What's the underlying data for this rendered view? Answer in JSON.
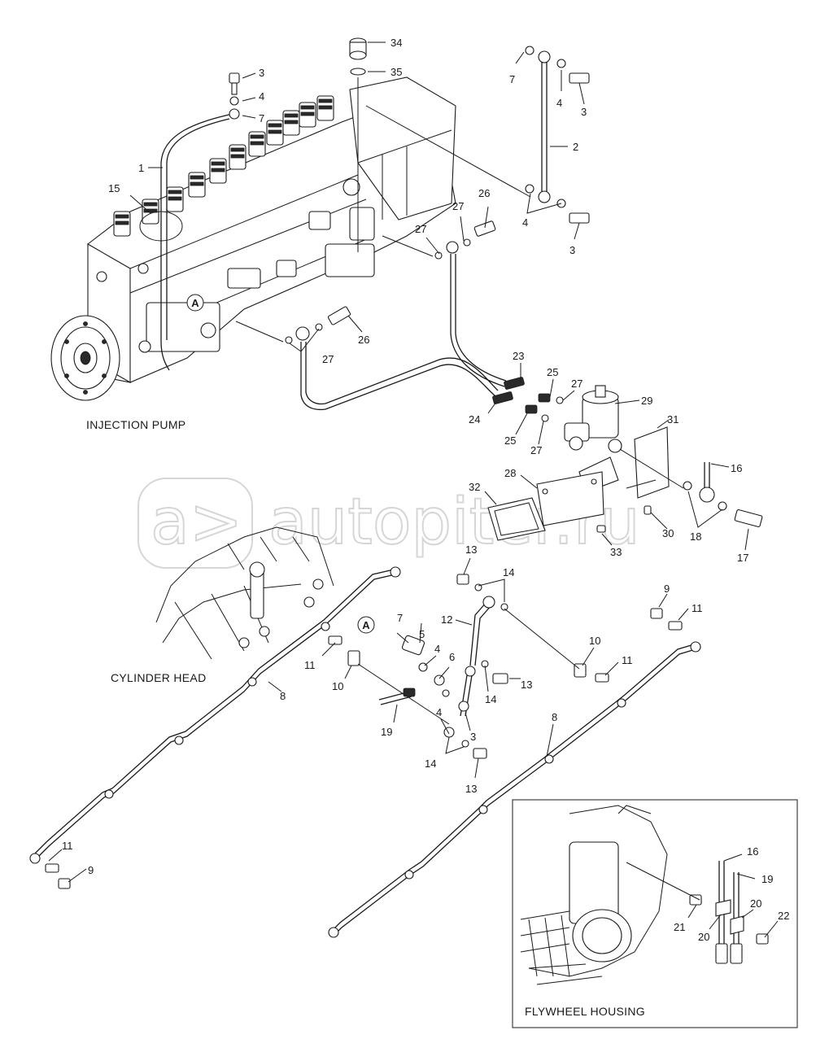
{
  "captions": {
    "injection_pump": "INJECTION PUMP",
    "cylinder_head": "CYLINDER HEAD",
    "flywheel_housing": "FLYWHEEL HOUSING"
  },
  "watermark": "autopiter.ru",
  "callouts": {
    "c34": "34",
    "c35": "35",
    "c3_top": "3",
    "c4_top": "4",
    "c7_top": "7",
    "c1": "1",
    "c15": "15",
    "c7_r": "7",
    "c4_r": "4",
    "c3_r": "3",
    "c2": "2",
    "c4_r2": "4",
    "c3_r2": "3",
    "c26_top": "26",
    "c27_a": "27",
    "c27_b": "27",
    "c26_mid": "26",
    "c27_mid": "27",
    "c23": "23",
    "c25_a": "25",
    "c27_c": "27",
    "c29": "29",
    "c24": "24",
    "c25_b": "25",
    "c27_d": "27",
    "c31": "31",
    "c16_top": "16",
    "c28": "28",
    "c32": "32",
    "c30": "30",
    "c33": "33",
    "c18": "18",
    "c17": "17",
    "c13_a": "13",
    "c14_a": "14",
    "c12": "12",
    "c7_low": "7",
    "c5": "5",
    "c4_low": "4",
    "c6": "6",
    "c13_b": "13",
    "c14_b": "14",
    "c3_low": "3",
    "c4_low2": "4",
    "c14_c": "14",
    "c13_c": "13",
    "c19_low": "19",
    "c11_a": "11",
    "c10_a": "10",
    "c8_a": "8",
    "c9_r": "9",
    "c11_r": "11",
    "c10_r": "10",
    "c11_r2": "11",
    "c8_b": "8",
    "c11_bl": "11",
    "c9_bl": "9",
    "c16_fw": "16",
    "c19_fw": "19",
    "c20_a": "20",
    "c21": "21",
    "c20_b": "20",
    "c22": "22"
  },
  "markers": {
    "a_top": "A",
    "a_low": "A"
  }
}
